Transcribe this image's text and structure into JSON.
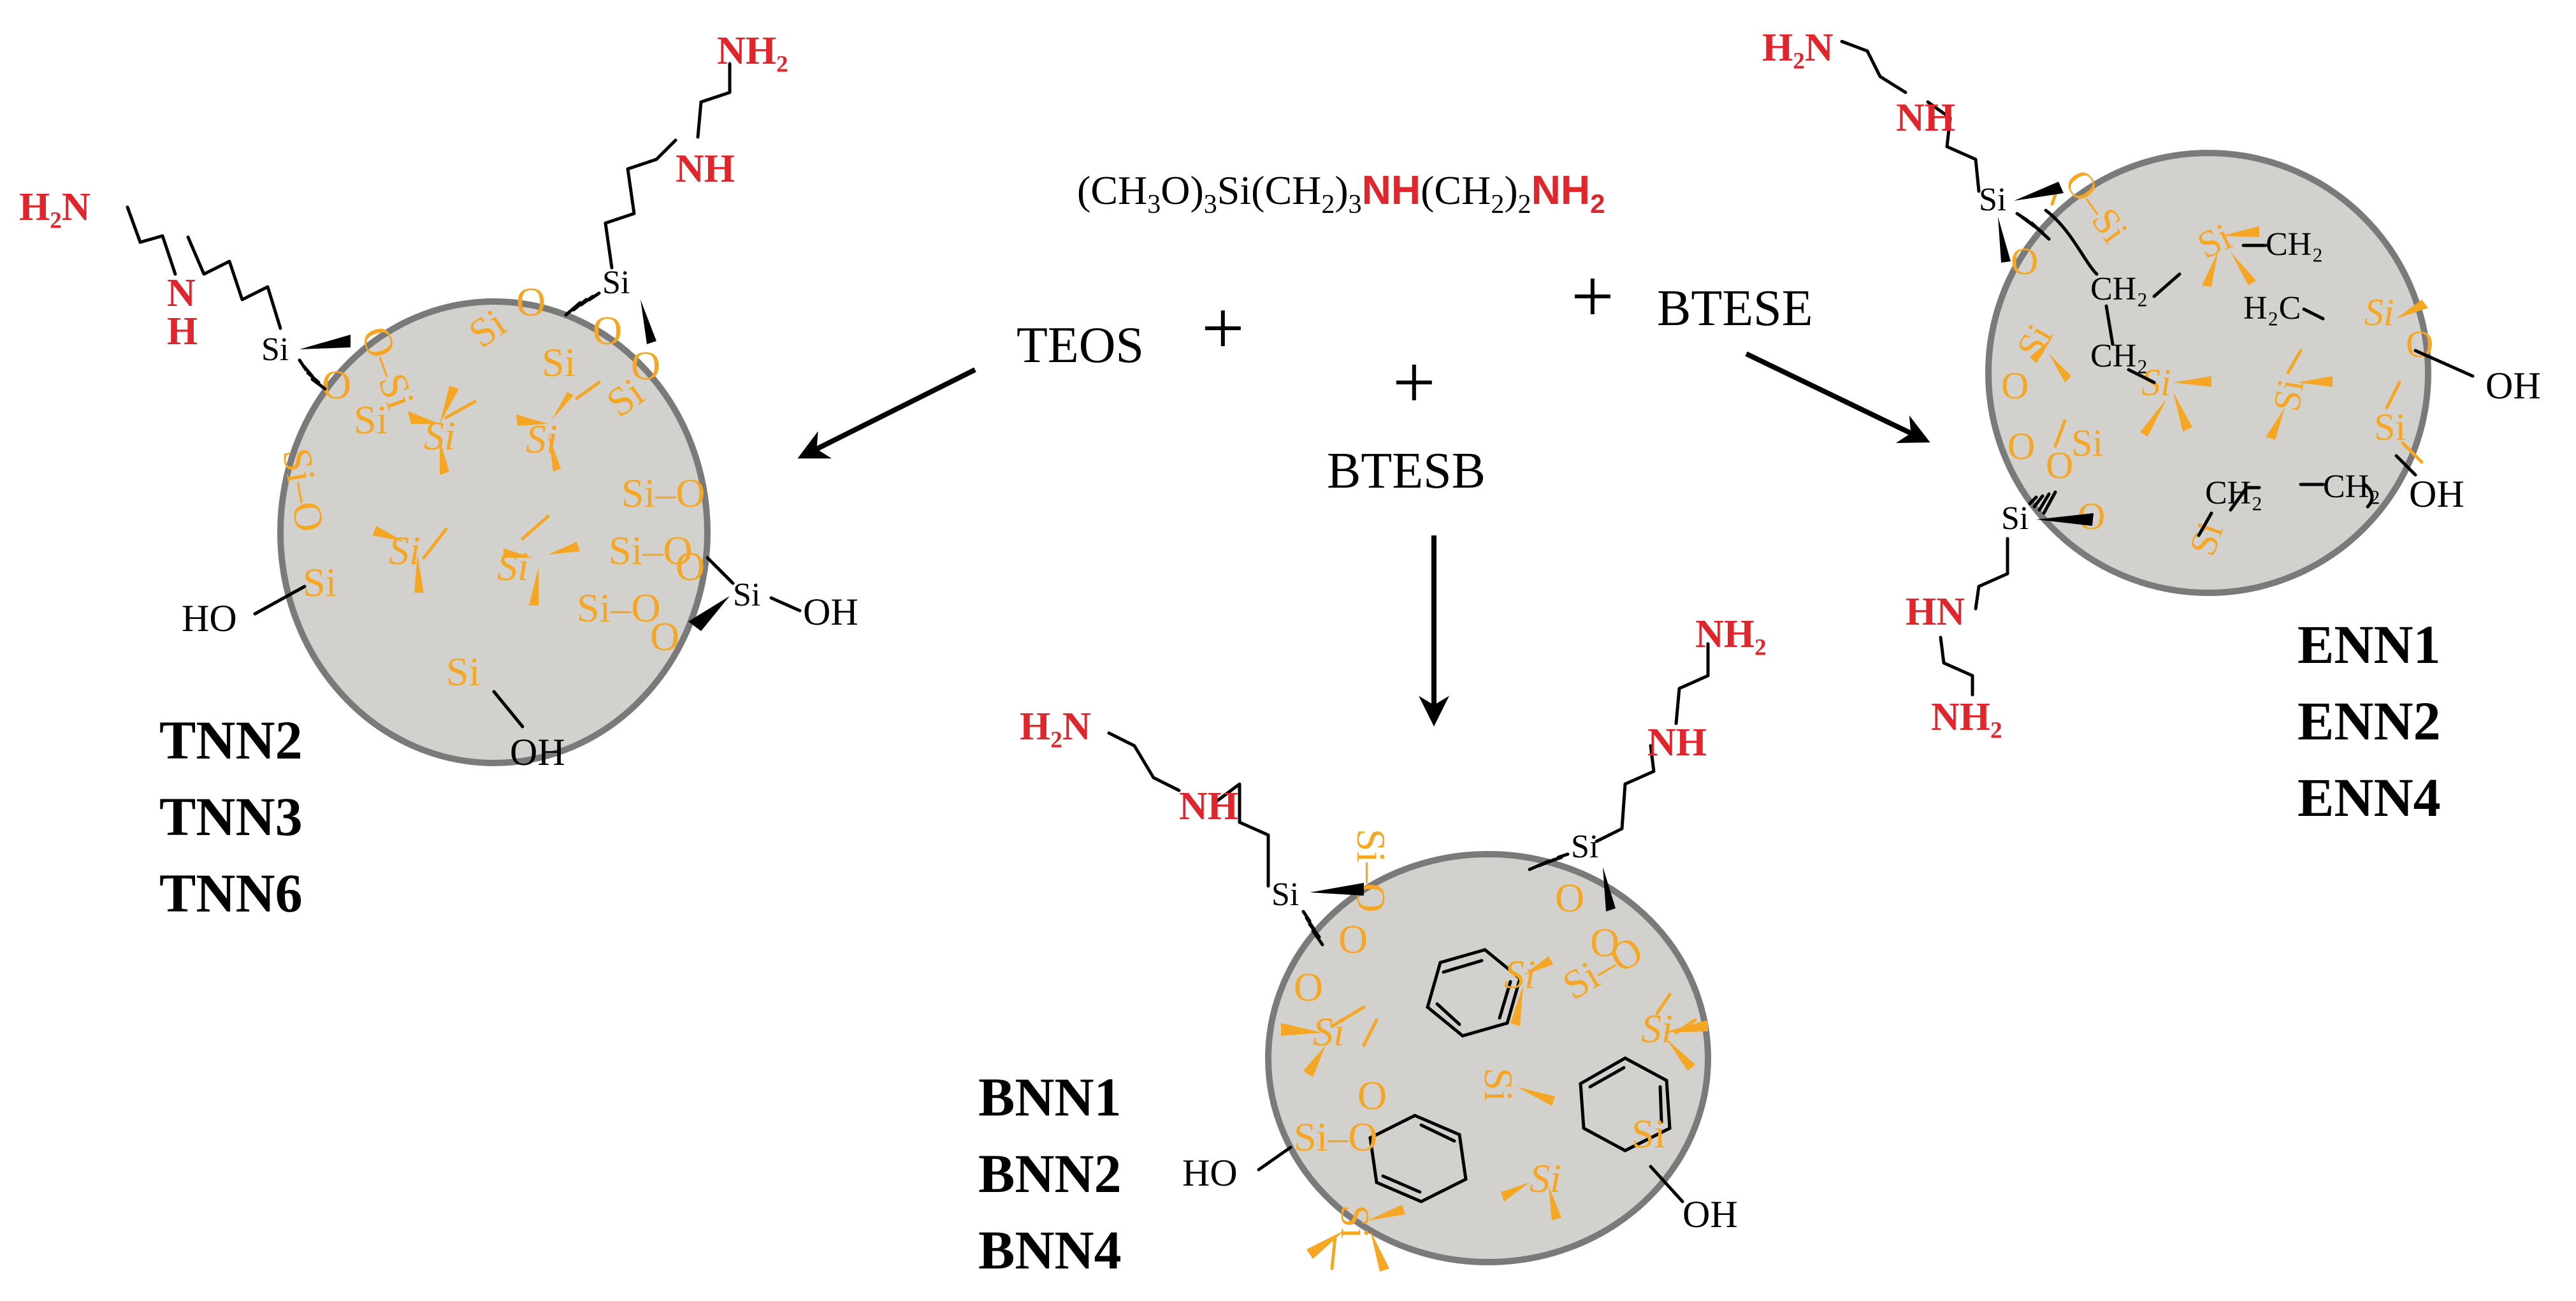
{
  "colors": {
    "particle_fill": "#d3d1cd",
    "particle_stroke": "#7a7a7a",
    "amine": "#e0262d",
    "silica": "#f5a623",
    "black": "#000000"
  },
  "precursor": {
    "p1": "(CH",
    "s1": "3",
    "p2": "O)",
    "s2": "3",
    "p3": "Si(CH",
    "s3": "2",
    "p4": ")",
    "s4": "3",
    "amine1": "NH",
    "p5": "(CH",
    "s5": "2",
    "p6": ")",
    "s6": "2",
    "amine2": "NH",
    "s7": "2"
  },
  "reagents": {
    "teos": "TEOS",
    "btesb": "BTESB",
    "btese": "BTESE",
    "plus": "+"
  },
  "labels": {
    "h2n": "H₂N",
    "nh": "NH",
    "nh2": "NH₂",
    "hn": "HN",
    "n": "N",
    "h": "H",
    "si": "Si",
    "o": "O",
    "sio": "Si–O",
    "osi": "O–Si",
    "oh": "OH",
    "ho": "HO",
    "ch2": "CH₂",
    "h2c": "H₂C"
  },
  "groups": {
    "tnn": [
      "TNN2",
      "TNN3",
      "TNN6"
    ],
    "bnn": [
      "BNN1",
      "BNN2",
      "BNN4"
    ],
    "enn": [
      "ENN1",
      "ENN2",
      "ENN4"
    ]
  }
}
